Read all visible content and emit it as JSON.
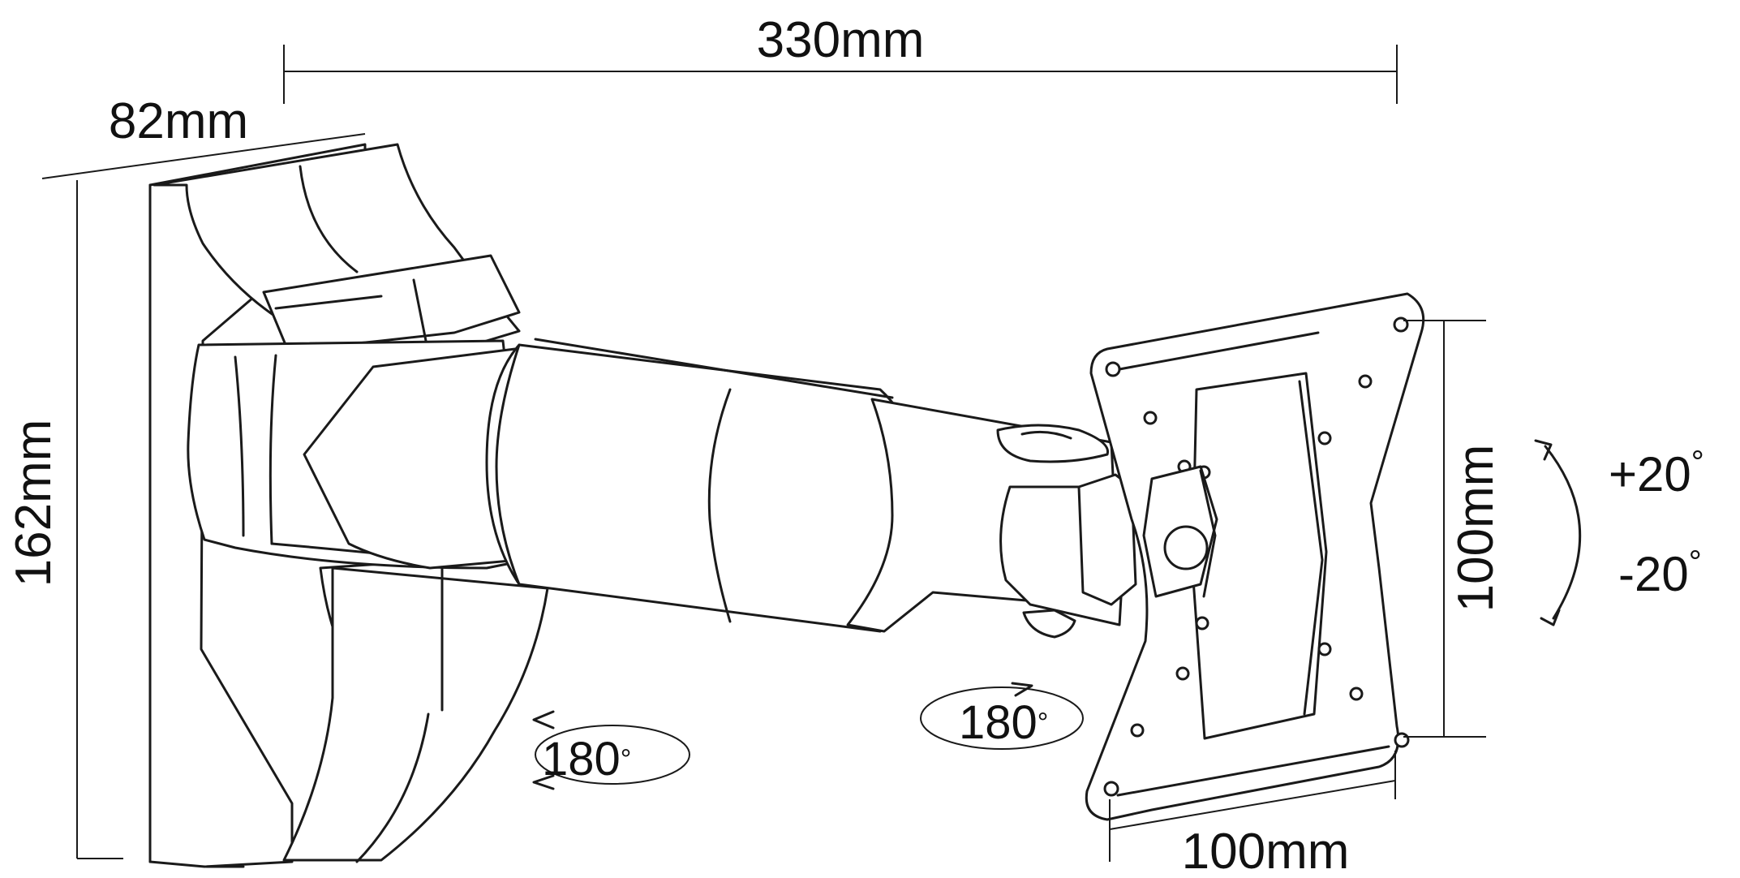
{
  "dimensions": {
    "arm_length": "330mm",
    "depth": "82mm",
    "height": "162mm",
    "vesa_vertical": "100mm",
    "vesa_horizontal": "100mm"
  },
  "rotations": {
    "wall_pivot": "180",
    "head_pivot": "180",
    "tilt_up": "+20",
    "tilt_down": "-20",
    "degree_symbol": "°"
  },
  "colors": {
    "line": "#1a1a1a",
    "background": "#ffffff"
  }
}
